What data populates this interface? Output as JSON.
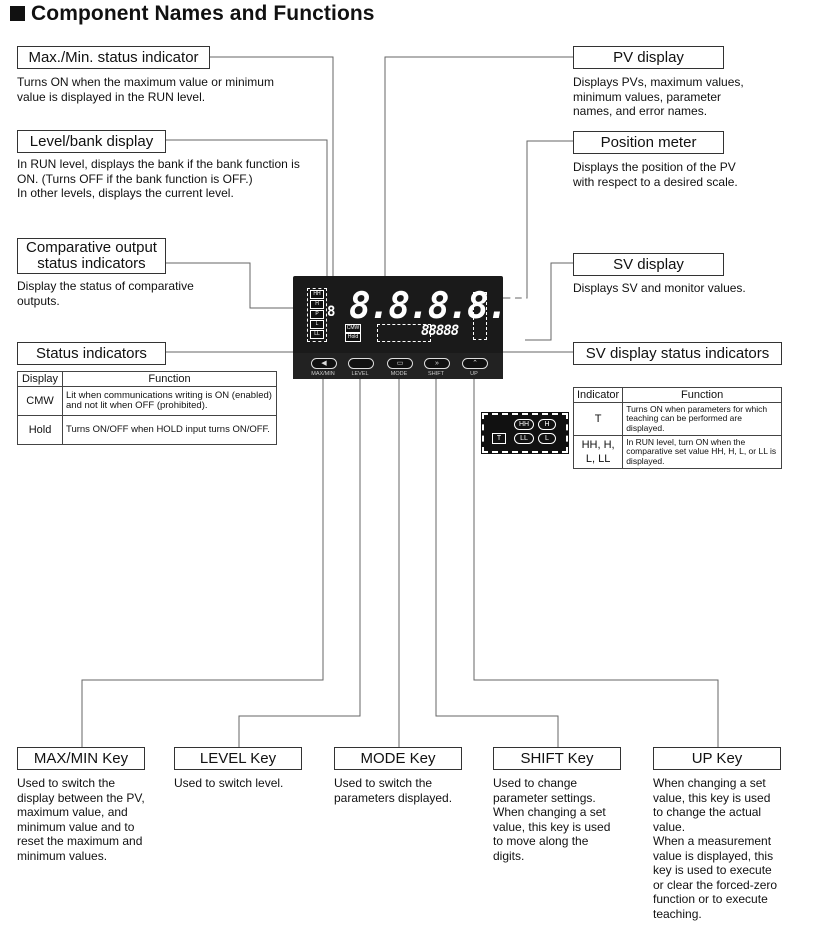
{
  "title": "Component Names and Functions",
  "components": {
    "maxmin_indicator": {
      "label": "Max./Min. status indicator",
      "desc": "Turns ON when the maximum value or minimum\nvalue is displayed in the RUN level."
    },
    "level_bank": {
      "label": "Level/bank display",
      "desc": "In RUN level, displays the bank if the bank function is\nON. (Turns OFF if the bank function is OFF.)\nIn other levels, displays the current level."
    },
    "comparative_output": {
      "label_line1": "Comparative output",
      "label_line2": "status indicators",
      "desc": "Display the status of comparative\noutputs."
    },
    "status_indicators": {
      "label": "Status indicators"
    },
    "pv_display": {
      "label": "PV display",
      "desc": "Displays PVs, maximum values,\nminimum values, parameter\nnames, and error names."
    },
    "position_meter": {
      "label": "Position meter",
      "desc": "Displays the position of the PV\nwith respect to a desired scale."
    },
    "sv_display": {
      "label": "SV display",
      "desc": "Displays SV and monitor values."
    },
    "sv_status": {
      "label": "SV display status indicators"
    }
  },
  "status_table": {
    "headers": [
      "Display",
      "Function"
    ],
    "rows": [
      {
        "display": "CMW",
        "function": "Lit when communications writing is ON (enabled) and not lit when OFF (prohibited)."
      },
      {
        "display": "Hold",
        "function": "Turns ON/OFF when HOLD input turns ON/OFF."
      }
    ]
  },
  "sv_table": {
    "headers": [
      "Indicator",
      "Function"
    ],
    "rows": [
      {
        "indicator": "T",
        "function": "Turns ON when parameters for which teaching can be performed are displayed."
      },
      {
        "indicator": "HH, H, L, LL",
        "function": "In RUN level, turn ON when the comparative set value HH, H, L, or LL is displayed."
      }
    ]
  },
  "device": {
    "pv_digits": "8.8.8.8.8.",
    "sv_digits": "88888",
    "bank_digit": "8",
    "key_labels": [
      "MAX/MIN",
      "LEVEL",
      "MODE",
      "SHIFT",
      "UP"
    ],
    "indicator_labels": [
      "HH",
      "H",
      "P",
      "L",
      "LL"
    ],
    "status_labels": [
      "CMW",
      "Hold"
    ],
    "sv_indicator_labels": [
      "T",
      "HH",
      "H",
      "LL",
      "L"
    ]
  },
  "keys": [
    {
      "label": "MAX/MIN Key",
      "desc": "Used to switch the\ndisplay between the PV,\nmaximum value, and\nminimum value and to\nreset the maximum and\nminimum values."
    },
    {
      "label": "LEVEL Key",
      "desc": "Used to switch level."
    },
    {
      "label": "MODE Key",
      "desc": "Used to switch the\nparameters displayed."
    },
    {
      "label": "SHIFT Key",
      "desc": "Used to change\nparameter settings.\nWhen changing a set\nvalue, this key is used\nto move along the\ndigits."
    },
    {
      "label": "UP Key",
      "desc": "When changing a set\nvalue, this key is used\nto change the actual\nvalue.\nWhen a measurement\nvalue is displayed, this\nkey is used to execute\nor clear the forced-zero\nfunction or to execute\nteaching."
    }
  ]
}
